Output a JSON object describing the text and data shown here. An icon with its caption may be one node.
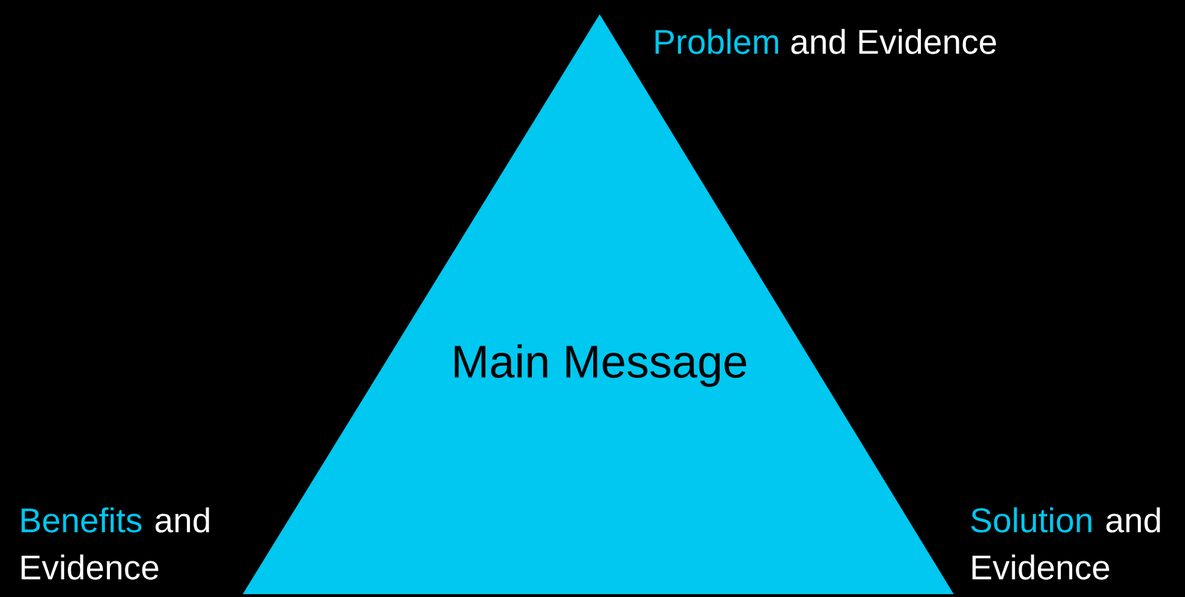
{
  "diagram": {
    "nodes": [
      {
        "text": [
          "Main Message"
        ]
      }
    ],
    "labels": [
      "Problem",
      "and Evidence",
      "Benefits",
      "and Evidence",
      "Solution",
      "and Evidence"
    ]
  }
}
